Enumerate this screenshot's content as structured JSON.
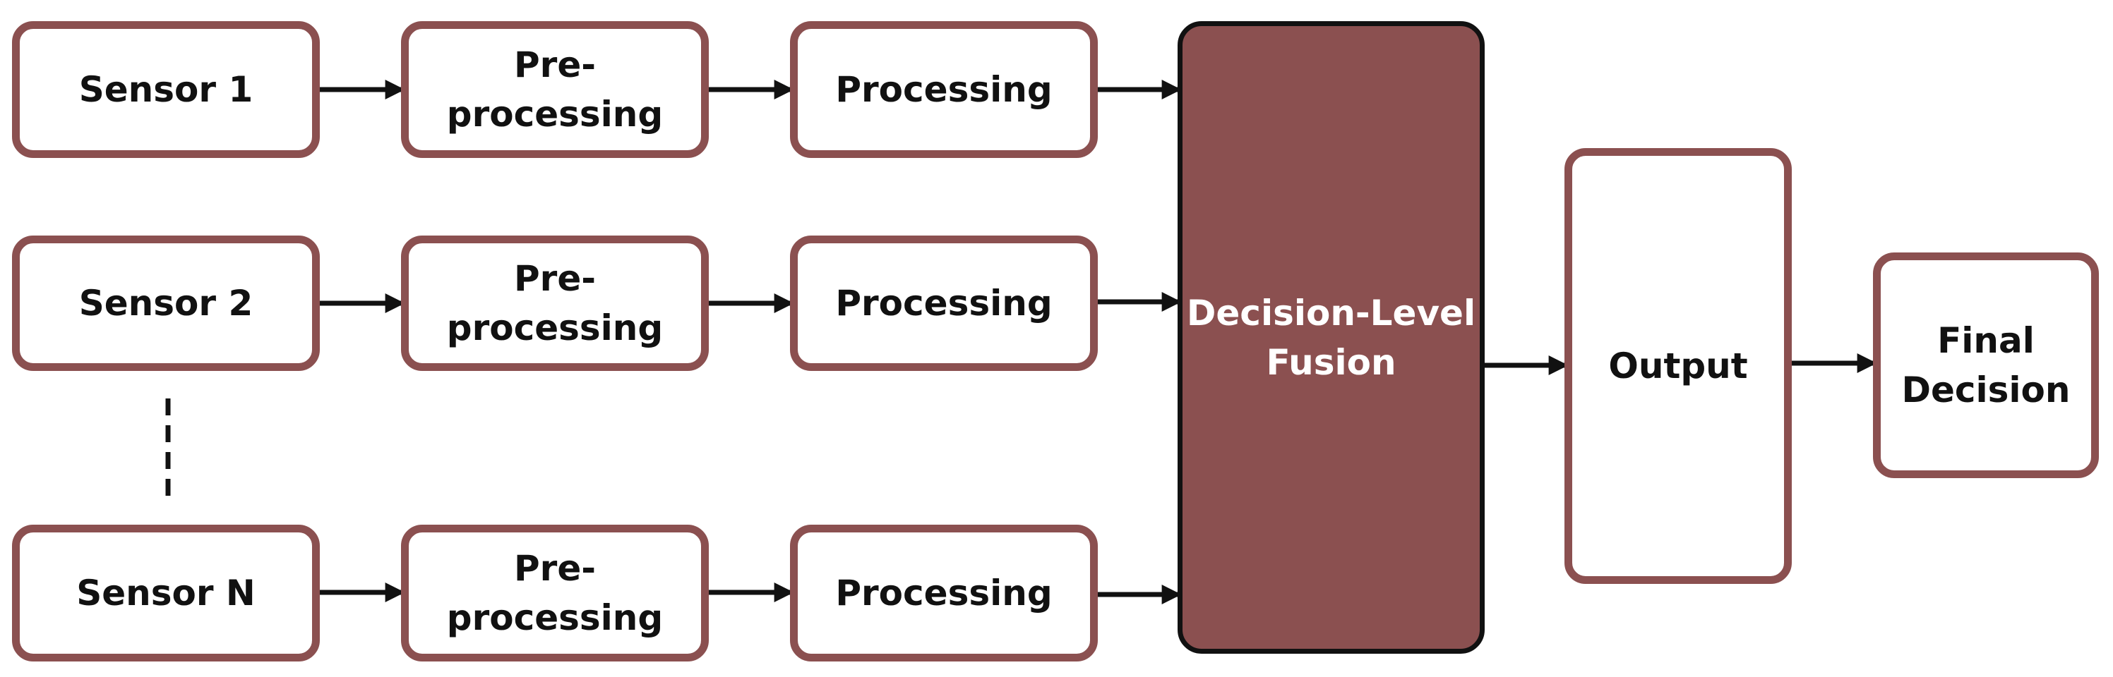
{
  "sensor_rows": [
    {
      "sensor": "Sensor 1",
      "preprocessing": "Pre-processing",
      "processing": "Processing"
    },
    {
      "sensor": "Sensor 2",
      "preprocessing": "Pre-processing",
      "processing": "Processing"
    },
    {
      "sensor": "Sensor N",
      "preprocessing": "Pre-processing",
      "processing": "Processing"
    }
  ],
  "fusion": {
    "line1": "Decision-Level",
    "line2": "Fusion"
  },
  "output": {
    "label": "Output"
  },
  "final": {
    "line1": "Final",
    "line2": "Decision"
  },
  "colors": {
    "box_border": "#8b5050",
    "fusion_fill": "#8b5050",
    "arrow": "#111111"
  }
}
